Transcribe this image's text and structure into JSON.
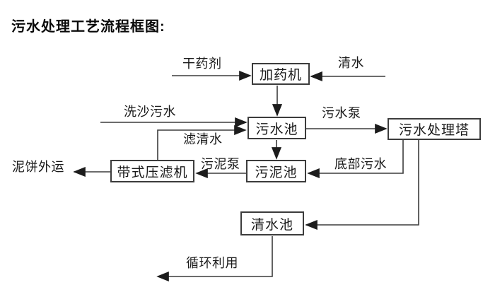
{
  "title": "污水处理工艺流程框图:",
  "nodes": {
    "dosing_machine": "加药机",
    "sewage_pool": "污水池",
    "treatment_tower": "污水处理塔",
    "sludge_pool": "污泥池",
    "belt_filter_press": "带式压滤机",
    "clean_water_pool": "清水池"
  },
  "edge_labels": {
    "dry_agent": "干药剂",
    "clean_water": "清水",
    "sand_washing_sewage": "洗沙污水",
    "sewage_pump": "污水泵",
    "filtered_water": "滤清水",
    "sludge_pump": "污泥泵",
    "bottom_sewage": "底部污水",
    "mud_cake_transport": "泥饼外运",
    "recycling": "循环利用"
  },
  "colors": {
    "background": "#ffffff",
    "line": "#3c3c3c",
    "arrowhead": "#1c1c1c",
    "text": "#1a1a1a",
    "box_border": "#3c3c3c"
  }
}
